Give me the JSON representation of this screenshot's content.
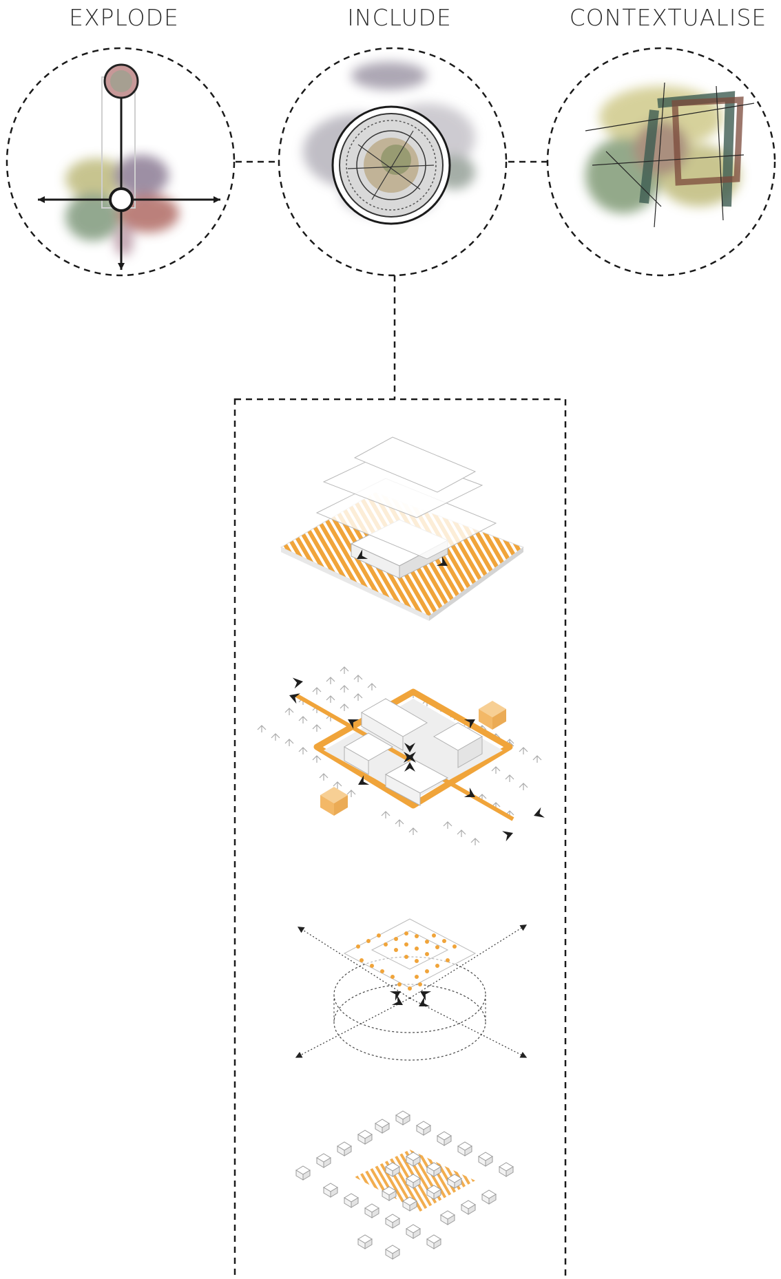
{
  "concepts": [
    {
      "title": "EXPLODE"
    },
    {
      "title": "INCLUDE"
    },
    {
      "title": "CONTEXTUALISE"
    }
  ],
  "colors": {
    "accent": "#f0a43a",
    "accent_light": "#f7cf94",
    "dash": "#1a1a1a",
    "wash_green": "#6b8a6a",
    "wash_red": "#a0574f",
    "wash_purple": "#7a6a80",
    "wash_olive": "#b7b86a"
  }
}
